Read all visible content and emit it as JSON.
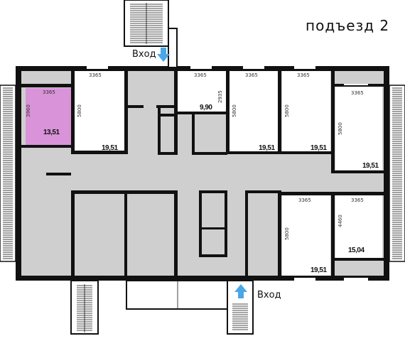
{
  "title": "подъезд 2",
  "entrances": [
    {
      "label": "Вход",
      "direction": "down"
    },
    {
      "label": "Вход",
      "direction": "up"
    }
  ],
  "colors": {
    "highlight": "#d993d8",
    "corridor": "#cfcfcf",
    "arrow": "#4aa6e8",
    "wall": "#111111"
  },
  "rooms": [
    {
      "id": "r1",
      "area": "13,51",
      "width": "3365",
      "depth": "3960",
      "highlighted": true
    },
    {
      "id": "r2",
      "area": "19,51",
      "width": "3365",
      "depth": "5800"
    },
    {
      "id": "r3",
      "area": "9,90",
      "width": "3365",
      "depth": "2935"
    },
    {
      "id": "r4",
      "area": "19,51",
      "width": "3365",
      "depth": "5800"
    },
    {
      "id": "r5",
      "area": "19,51",
      "width": "3365",
      "depth": "5800"
    },
    {
      "id": "r6",
      "area": "19,51",
      "width": "3365",
      "depth": "5800"
    },
    {
      "id": "r7",
      "area": "19,51",
      "width": "3365",
      "depth": "5800"
    },
    {
      "id": "r8",
      "area": "15,04",
      "width": "3365",
      "depth": "4460"
    }
  ]
}
